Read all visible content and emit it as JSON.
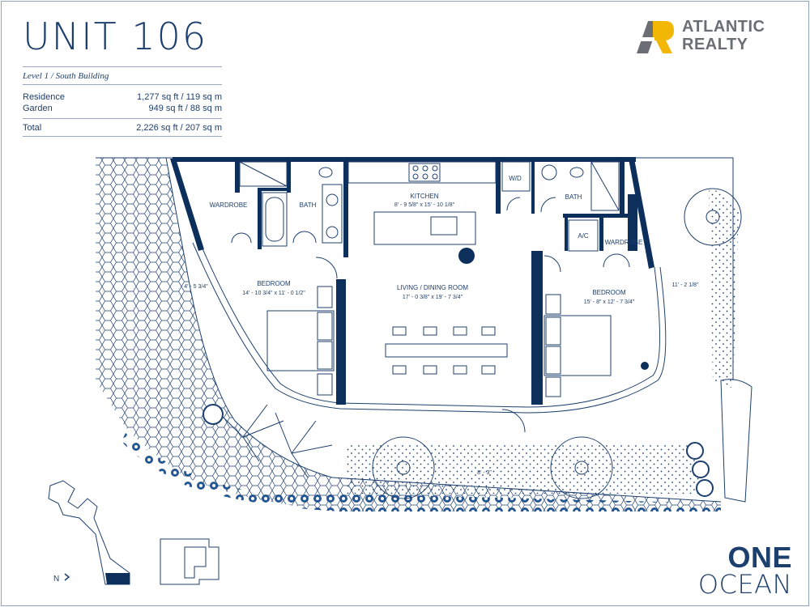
{
  "unit_title": "UNIT 106",
  "level": "Level 1 / South Building",
  "areas": [
    {
      "label": "Residence",
      "value": "1,277 sq ft / 119 sq m"
    },
    {
      "label": "Garden",
      "value": "949 sq ft / 88 sq m"
    }
  ],
  "total": {
    "label": "Total",
    "value": "2,226 sq ft / 207 sq m"
  },
  "logo": {
    "line1": "ATLANTIC",
    "line2": "REALTY",
    "accent": "#f2b705",
    "mark_color": "#6b6f75"
  },
  "brand": {
    "line1": "ONE",
    "line2": "OCEAN"
  },
  "rooms": {
    "wardrobe_left": "WARDROBE",
    "bath_left": "BATH",
    "kitchen_name": "KITCHEN",
    "kitchen_dims": "8' - 9 5/8\" x 15' - 10 1/8\"",
    "wd": "W/D",
    "bath_right": "BATH",
    "ac": "A/C",
    "wardrobe_right": "WARDROBE",
    "bedroom_left_name": "BEDROOM",
    "bedroom_left_dims": "14' - 10 3/4\" x 11' - 0 1/2\"",
    "living_name": "LIVING / DINING ROOM",
    "living_dims": "17' - 0 3/8\" x 19' - 7 3/4\"",
    "bedroom_right_name": "BEDROOM",
    "bedroom_right_dims": "15' - 8\" x 12' - 7 3/4\"",
    "terrace_left": "4' - 5 3/4\"",
    "terrace_right": "11' - 2 1/8\"",
    "garden_dim": "8' - 3\""
  },
  "north": "N",
  "colors": {
    "wall": "#0d2f5c",
    "line": "#1d3f6e",
    "paving": "#1d3f6e"
  }
}
